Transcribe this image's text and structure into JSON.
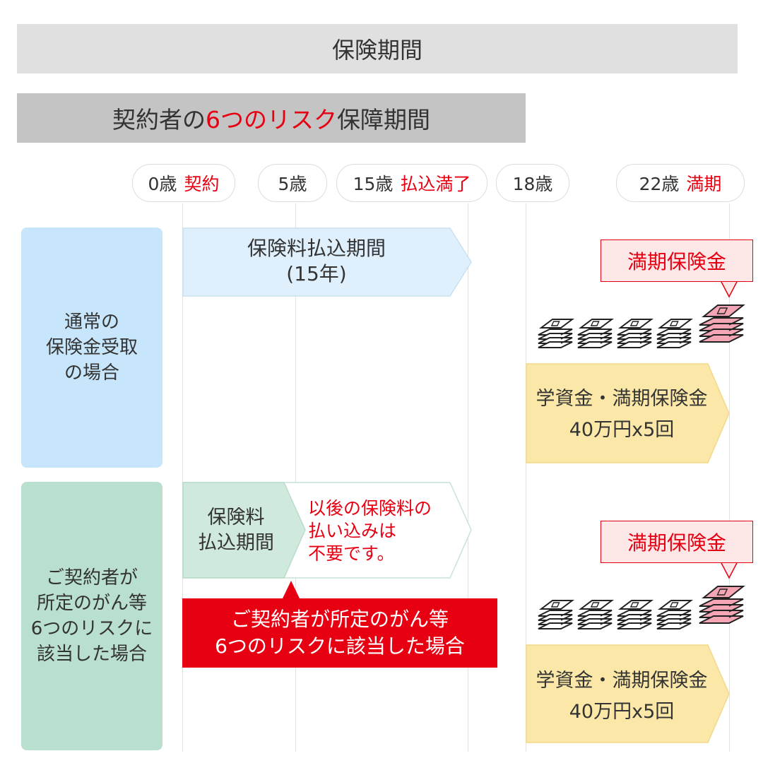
{
  "header": {
    "title": "保険期間"
  },
  "subheader": {
    "prefix": "契約者の",
    "highlight": "6つのリスク",
    "suffix": "保障期間"
  },
  "timeline": [
    {
      "age": "0歳",
      "tag": "契約"
    },
    {
      "age": "5歳",
      "tag": ""
    },
    {
      "age": "15歳",
      "tag": "払込満了"
    },
    {
      "age": "18歳",
      "tag": ""
    },
    {
      "age": "22歳",
      "tag": "満期"
    }
  ],
  "rows": {
    "normal": {
      "label": [
        "通常の",
        "保険金受取",
        "の場合"
      ],
      "premium_period": [
        "保険料払込期間",
        "(15年)"
      ],
      "maturity_callout": "満期保険金",
      "benefit": [
        "学資金・満期保険金",
        "40万円x5回"
      ]
    },
    "risk": {
      "label": [
        "ご契約者が",
        "所定のがん等",
        "6つのリスクに",
        "該当した場合"
      ],
      "premium_period": [
        "保険料",
        "払込期間"
      ],
      "waiver_note": [
        "以後の保険料の",
        "払い込みは",
        "不要です。"
      ],
      "event_banner": [
        "ご契約者が所定のがん等",
        "6つのリスクに該当した場合"
      ],
      "maturity_callout": "満期保険金",
      "benefit": [
        "学資金・満期保険金",
        "40万円x5回"
      ]
    }
  },
  "colors": {
    "accent_red": "#e60012",
    "normal_label_bg": "#c7e5fb",
    "risk_label_bg": "#b9dfcf",
    "premium_arrow_bg": "#dff0fc",
    "benefit_arrow_bg": "#fbe8a8"
  },
  "icons": [
    "money-stack-icon",
    "money-stack-icon",
    "money-stack-icon",
    "money-stack-icon",
    "money-stack-pink-icon"
  ]
}
